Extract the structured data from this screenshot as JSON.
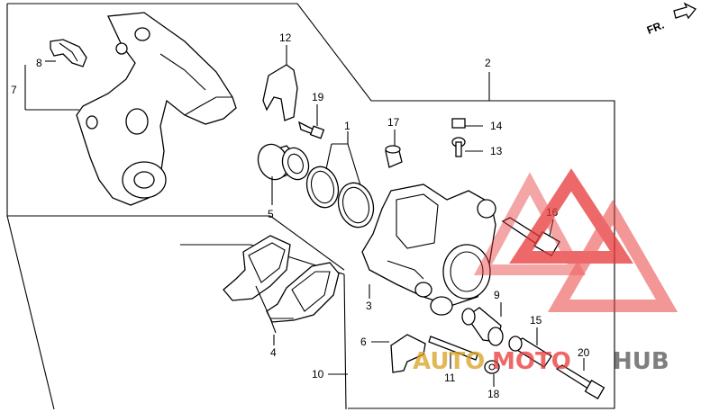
{
  "orientation": {
    "label": "FR."
  },
  "callouts": {
    "c1": "1",
    "c2": "2",
    "c3": "3",
    "c4": "4",
    "c5": "5",
    "c6": "6",
    "c7": "7",
    "c8": "8",
    "c9": "9",
    "c10": "10",
    "c11": "11",
    "c12": "12",
    "c13": "13",
    "c14": "14",
    "c15": "15",
    "c16": "16",
    "c17": "17",
    "c18": "18",
    "c19": "19",
    "c20": "20"
  },
  "watermark": {
    "text_a": "AUTO",
    "text_b": "MOTO",
    "text_c": "HUB",
    "color_red": "#e83838",
    "color_dark": "#555555",
    "color_gold": "#d9a020"
  },
  "colors": {
    "line": "#000000",
    "background": "#ffffff"
  }
}
